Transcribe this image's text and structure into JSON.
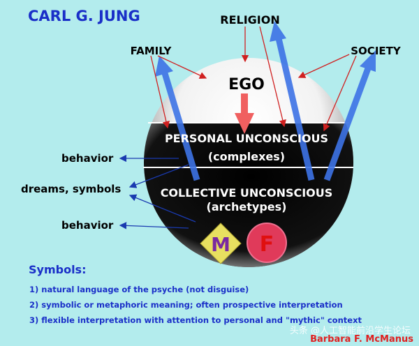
{
  "title": "CARL G. JUNG",
  "influences": {
    "religion": "RELIGION",
    "family": "FAMILY",
    "society": "SOCIETY"
  },
  "psyche": {
    "ego": "EGO",
    "personal": "PERSONAL UNCONSCIOUS",
    "personal_sub": "(complexes)",
    "collective": "COLLECTIVE UNCONSCIOUS",
    "collective_sub": "(archetypes)",
    "m_symbol": "M",
    "f_symbol": "F"
  },
  "outputs": {
    "behavior_top": "behavior",
    "dreams": "dreams, symbols",
    "behavior_bottom": "behavior"
  },
  "symbols": {
    "heading": "Symbols:",
    "items": [
      "1) natural language of the psyche (not disguise)",
      "2) symbolic or metaphoric meaning; often prospective interpretation",
      "3) flexible interpretation with attention to personal and \"mythic\" context"
    ]
  },
  "credit": "Barbara F. McManus",
  "watermark": "头条 @人工智能前沿学生论坛",
  "colors": {
    "background": "#b3eced",
    "title": "#1a2fc8",
    "arrow_blue": "#3d73e6",
    "arrow_red": "#e53030"
  }
}
